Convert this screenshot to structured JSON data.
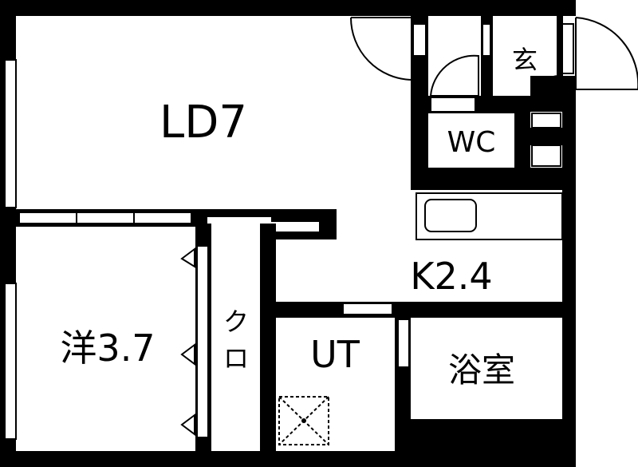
{
  "rooms": {
    "ld": "LD7",
    "western": "洋3.7",
    "closet_top": "ク",
    "closet_bottom": "ロ",
    "kitchen": "K2.4",
    "utility": "UT",
    "bath": "浴室",
    "toilet": "WC",
    "entrance": "玄"
  },
  "colors": {
    "wall": "#000000",
    "floor": "#ffffff"
  }
}
